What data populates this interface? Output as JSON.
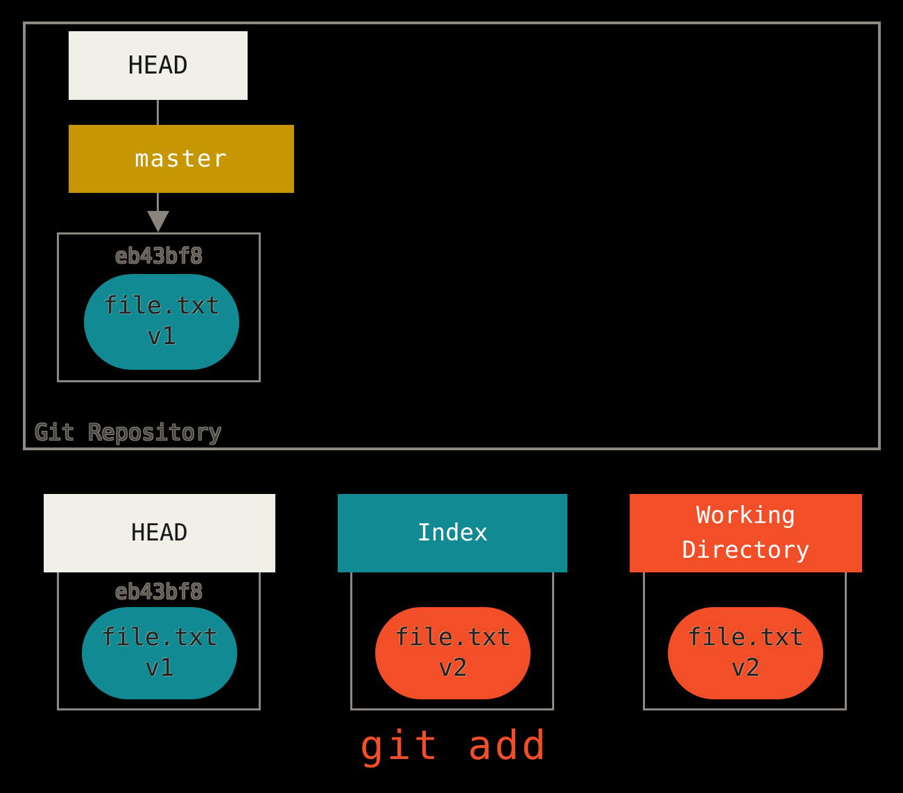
{
  "colors": {
    "background": "#000000",
    "border_gray": "#8F8981",
    "offwhite": "#F0EFE8",
    "gold": "#C69703",
    "teal": "#128A94",
    "red": "#F24E28",
    "connector_gray": "#8A847E",
    "commit_id_text": "#5C5650",
    "pill_text": "#24221E"
  },
  "repository": {
    "label": "Git Repository",
    "head_label": "HEAD",
    "branch_label": "master",
    "commit": {
      "id": "eb43bf8",
      "file_name": "file.txt",
      "file_version": "v1"
    }
  },
  "columns": [
    {
      "title": "HEAD",
      "commit_id": "eb43bf8",
      "file_name": "file.txt",
      "file_version": "v1"
    },
    {
      "title": "Index",
      "file_name": "file.txt",
      "file_version": "v2"
    },
    {
      "title": "Working Directory",
      "file_name": "file.txt",
      "file_version": "v2"
    }
  ],
  "command_label": "git add"
}
